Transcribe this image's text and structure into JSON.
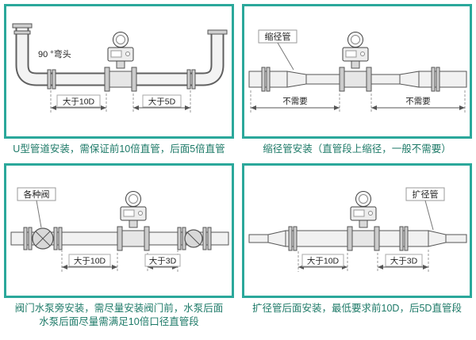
{
  "theme": {
    "panel_border": "#2BA89B",
    "caption_text": "#1E7A68",
    "diagram_line": "#555555"
  },
  "panels": {
    "p1": {
      "elbow_label": "90 °弯头",
      "dim_left": "大于10D",
      "dim_right": "大于5D",
      "caption": "U型管道安装，需保证前10倍直管，后面5倍直管"
    },
    "p2": {
      "part_label": "缩径管",
      "dim_left": "不需要",
      "dim_right": "不需要",
      "caption": "缩径管安装（直管段上缩径，一般不需要）"
    },
    "p3": {
      "part_label": "各种阀",
      "dim_left": "大于10D",
      "dim_right": "大于3D",
      "caption_line1": "阀门水泵旁安装，需尽量安装阀门前，水泵后面",
      "caption_line2": "水泵后面尽量需满足10倍口径直管段"
    },
    "p4": {
      "part_label": "扩径管",
      "dim_left": "大于10D",
      "dim_right": "大于3D",
      "caption": "扩径管后面安装，最低要求前10D，后5D直管段"
    }
  }
}
